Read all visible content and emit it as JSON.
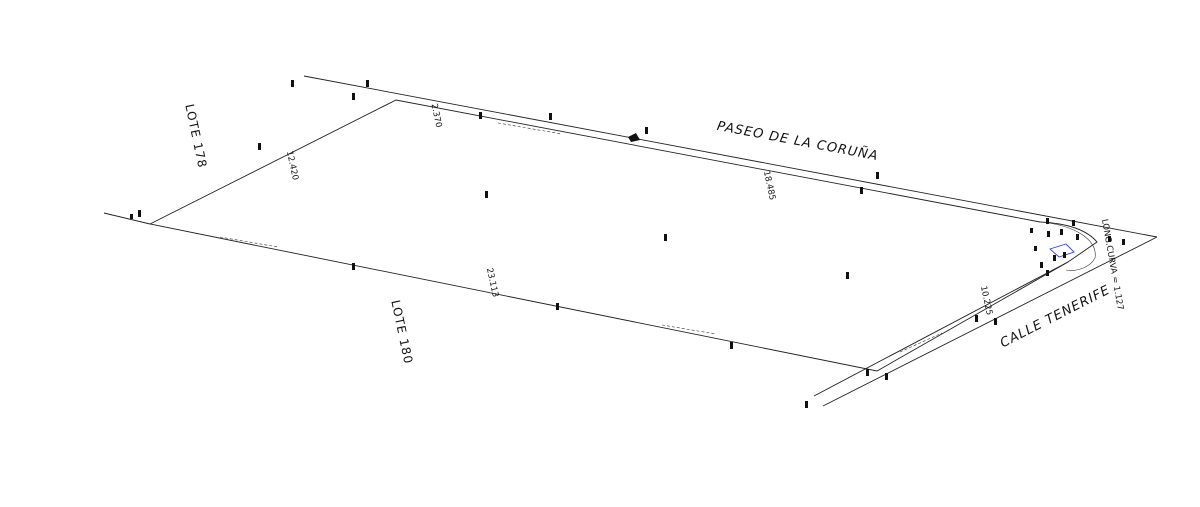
{
  "streets": {
    "north": "PASEO DE LA CORUÑA",
    "east": "CALLE TENERIFE"
  },
  "lots": {
    "west": "LOTE 178",
    "south": "LOTE 180"
  },
  "dimensions": {
    "west_side": "12.420",
    "north_left": "2.370",
    "north_right": "18.485",
    "south_side": "23.113",
    "east_side": "10.225"
  },
  "curve": {
    "label": "LONG.CURVA = 1.127"
  },
  "colors": {
    "line": "#222222",
    "arc": "#444444",
    "highlight": "#2a3cff"
  }
}
